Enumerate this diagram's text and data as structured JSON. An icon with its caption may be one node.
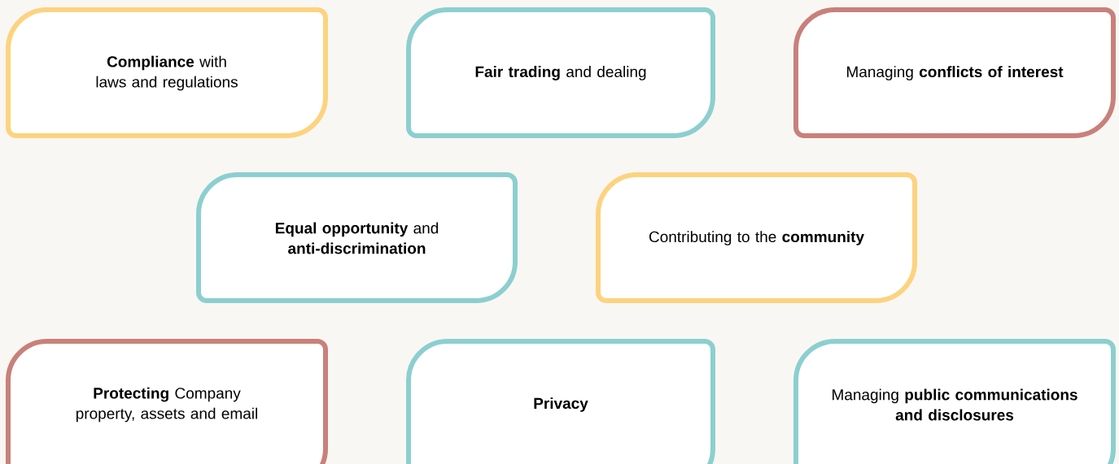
{
  "diagram": {
    "nodes": [
      {
        "text": [
          "**Compliance** with laws and regulations"
        ]
      },
      {
        "text": [
          "**Fair trading** and dealing"
        ]
      },
      {
        "text": [
          "Managing **conflicts of interest**"
        ]
      },
      {
        "text": [
          "**Equal opportunity** and **anti-discrimination**"
        ]
      },
      {
        "text": [
          "Contributing to the **community**"
        ]
      },
      {
        "text": [
          "**Protecting** Company property, assets and email"
        ]
      },
      {
        "text": [
          "**Privacy**"
        ]
      },
      {
        "text": [
          "Managing **public communications and disclosures**"
        ]
      }
    ]
  }
}
